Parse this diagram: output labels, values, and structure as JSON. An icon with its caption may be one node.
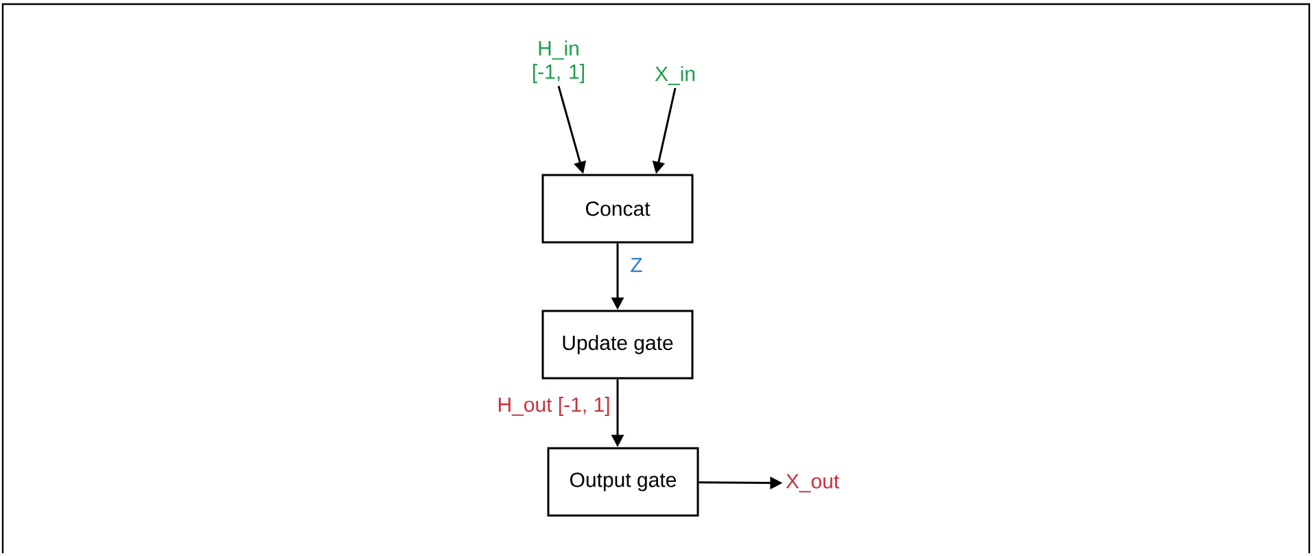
{
  "diagram": {
    "nodes": [
      {
        "text": [
          "H_in [-1, 1]"
        ]
      },
      {
        "text": [
          "X_in"
        ]
      },
      {
        "text": [
          "Concat"
        ]
      },
      {
        "text": [
          "Update gate"
        ]
      },
      {
        "text": [
          "Output gate"
        ]
      },
      {
        "text": [
          "X_out"
        ]
      }
    ],
    "edges": [
      {
        "from": 0,
        "to": 2,
        "arrow": "to"
      },
      {
        "from": 1,
        "to": 2,
        "arrow": "to"
      },
      {
        "from": 2,
        "to": 3,
        "arrow": "to",
        "label": "Z"
      },
      {
        "from": 3,
        "to": 4,
        "arrow": "to",
        "label": "H_out [-1, 1]"
      },
      {
        "from": 4,
        "to": 5,
        "arrow": "to"
      }
    ]
  }
}
